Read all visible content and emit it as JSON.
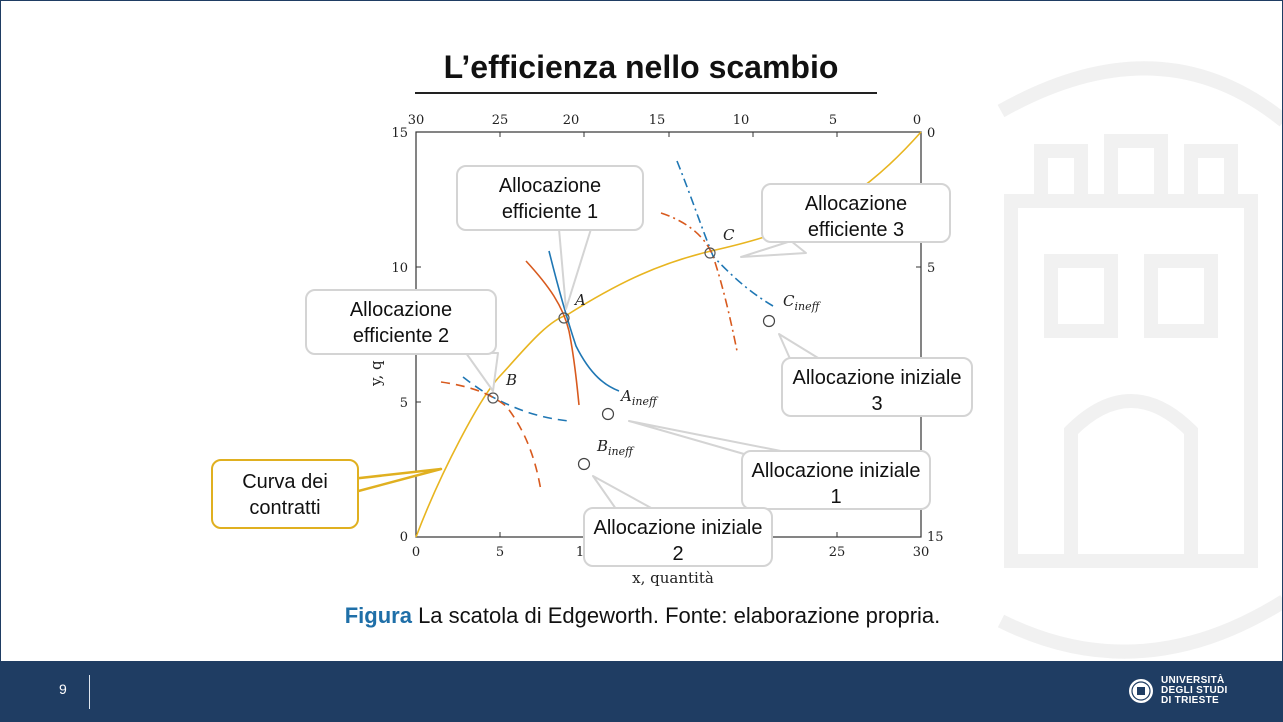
{
  "title": "L’efficienza nello scambio",
  "diagram": {
    "axis_x_label": "x, quantità",
    "axis_y_label": "y, q",
    "bottom_ticks": [
      "0",
      "5",
      "1",
      "25",
      "30"
    ],
    "top_ticks": [
      "30",
      "25",
      "20",
      "15",
      "10",
      "5",
      "0"
    ],
    "left_ticks": [
      "15",
      "10",
      "5",
      "0"
    ],
    "right_ticks": [
      "0",
      "5",
      "15"
    ],
    "points": {
      "A": "A",
      "B": "B",
      "C": "C",
      "A_ineff": "A",
      "A_ineff_sub": "ineff",
      "B_ineff": "B",
      "B_ineff_sub": "ineff",
      "C_ineff": "C",
      "C_ineff_sub": "ineff"
    },
    "callouts": {
      "eff1": "Allocazione efficiente 1",
      "eff2": "Allocazione efficiente 2",
      "eff3": "Allocazione efficiente 3",
      "ini1": "Allocazione iniziale 1",
      "ini2": "Allocazione iniziale 2",
      "ini3": "Allocazione iniziale 3",
      "contract": "Curva dei contratti"
    },
    "colors": {
      "contract_curve": "#e8b520",
      "agent_blue": "#1f77b4",
      "agent_red": "#d85a1e",
      "callout_border": "#d4d4d4",
      "callout_gold": "#e0b020"
    }
  },
  "caption": {
    "prefix": "Figura",
    "text": "La scatola di Edgeworth. Fonte: elaborazione propria."
  },
  "footer": {
    "page_number": "9",
    "university": [
      "UNIVERSITÀ",
      "DEGLI STUDI",
      "DI TRIESTE"
    ]
  }
}
